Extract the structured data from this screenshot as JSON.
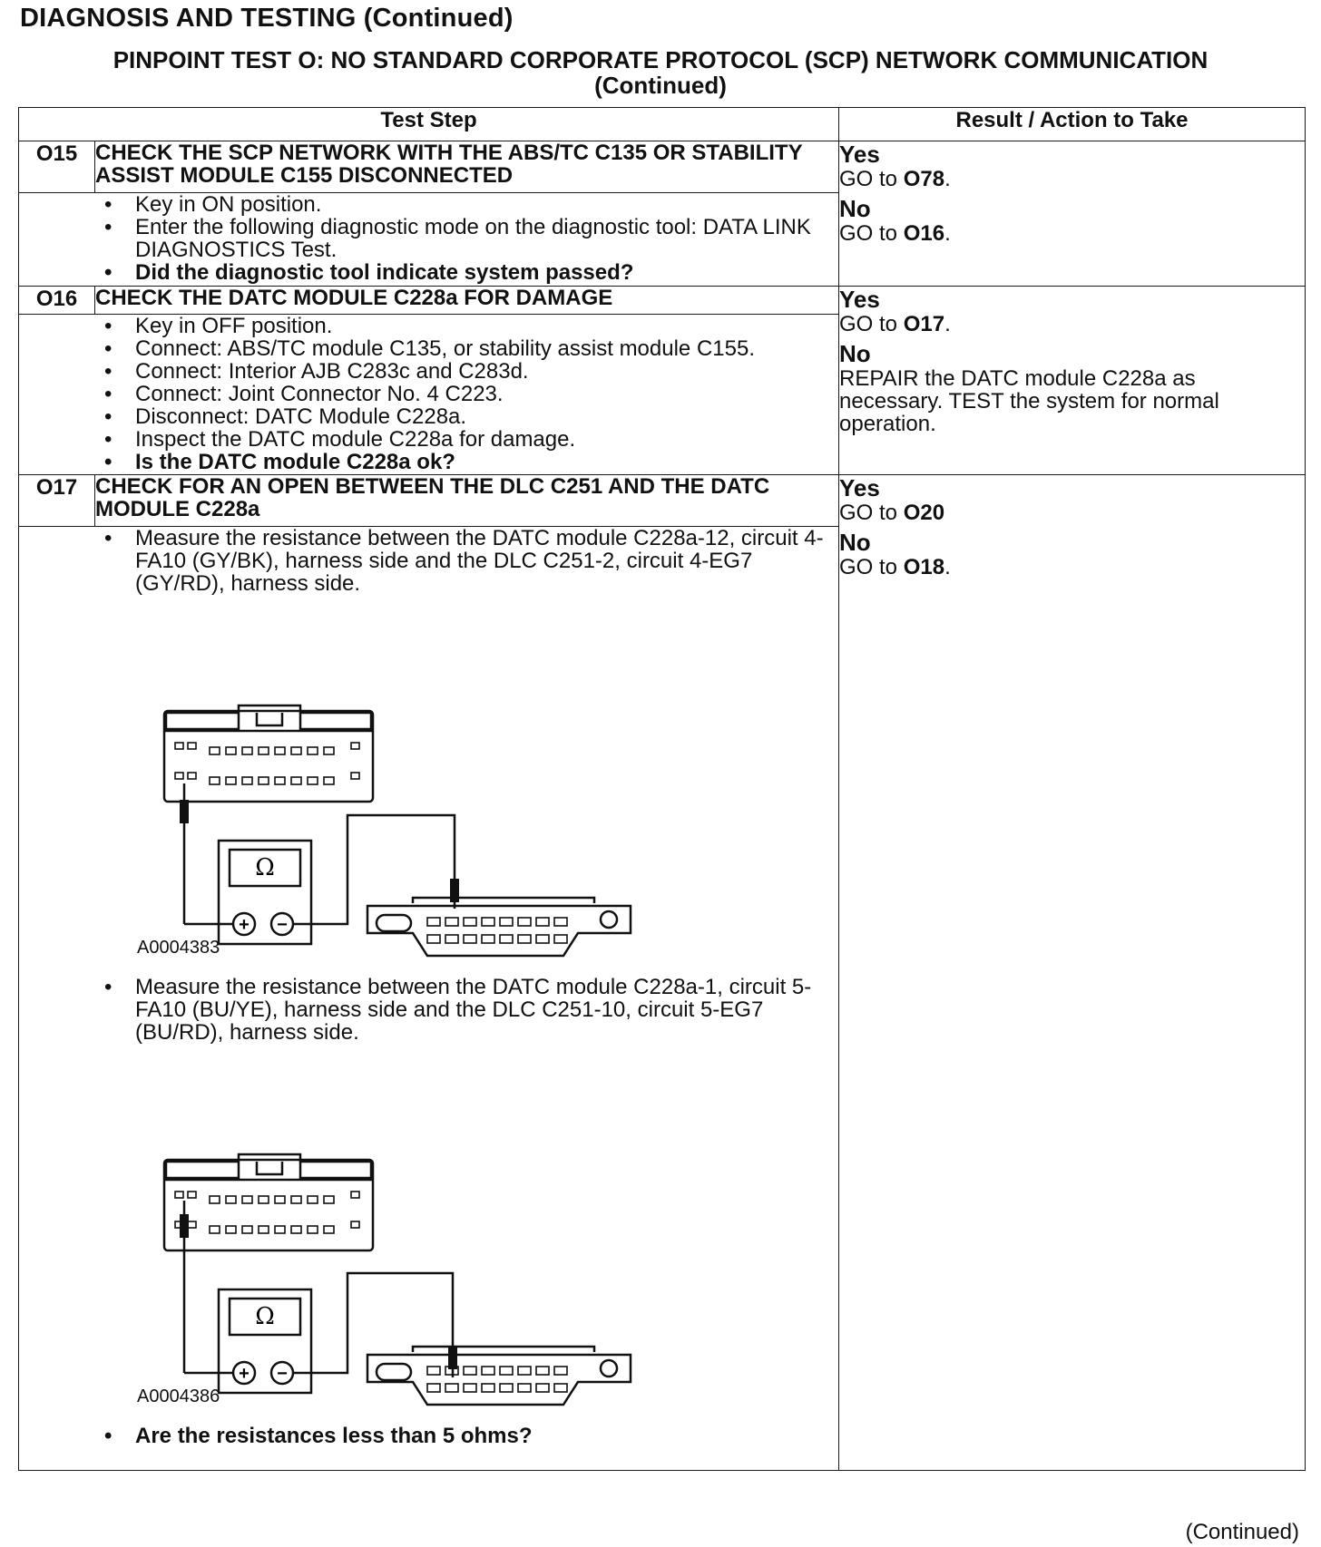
{
  "header": {
    "title": "DIAGNOSIS AND TESTING (Continued)",
    "subtitle_line1": "PINPOINT TEST O: NO STANDARD CORPORATE PROTOCOL (SCP) NETWORK COMMUNICATION",
    "subtitle_line2": "(Continued)"
  },
  "table": {
    "col_test_step": "Test Step",
    "col_result": "Result / Action to Take"
  },
  "steps": [
    {
      "num": "O15",
      "title": "CHECK THE SCP NETWORK WITH THE ABS/TC C135 OR STABILITY ASSIST MODULE C155 DISCONNECTED",
      "items": [
        "Key in ON position.",
        "Enter the following diagnostic mode on the diagnostic tool: DATA LINK DIAGNOSTICS Test.",
        "Did the diagnostic tool indicate system passed?"
      ],
      "yes_label": "Yes",
      "yes_pre": "GO to ",
      "yes_target": "O78",
      "yes_post": ".",
      "no_label": "No",
      "no_pre": "GO to ",
      "no_target": "O16",
      "no_post": "."
    },
    {
      "num": "O16",
      "title": "CHECK THE DATC MODULE C228a FOR DAMAGE",
      "items": [
        "Key in OFF position.",
        "Connect: ABS/TC module C135, or stability assist module C155.",
        "Connect: Interior AJB C283c and C283d.",
        "Connect: Joint Connector No. 4 C223.",
        "Disconnect: DATC Module C228a.",
        "Inspect the DATC module C228a for damage.",
        "Is the DATC module C228a ok?"
      ],
      "yes_label": "Yes",
      "yes_pre": "GO to ",
      "yes_target": "O17",
      "yes_post": ".",
      "no_label": "No",
      "no_text": "REPAIR the DATC module C228a as necessary. TEST the system for normal operation."
    },
    {
      "num": "O17",
      "title": "CHECK FOR AN OPEN BETWEEN THE DLC C251 AND THE DATC MODULE C228a",
      "item1": "Measure the resistance between the DATC module C228a-12, circuit 4-FA10 (GY/BK), harness side and the DLC C251-2, circuit 4-EG7 (GY/RD), harness side.",
      "figure1_id": "A0004383",
      "item2": "Measure the resistance between the DATC module C228a-1, circuit 5-FA10 (BU/YE), harness side and the DLC C251-10, circuit 5-EG7 (BU/RD), harness side.",
      "figure2_id": "A0004386",
      "question": "Are the resistances less than 5 ohms?",
      "meter_symbol": "Ω",
      "plus_symbol": "+",
      "minus_symbol": "−",
      "yes_label": "Yes",
      "yes_pre": "GO to ",
      "yes_target": "O20",
      "yes_post": "",
      "no_label": "No",
      "no_pre": "GO to ",
      "no_target": "O18",
      "no_post": "."
    }
  ],
  "footer": {
    "continued": "(Continued)"
  }
}
